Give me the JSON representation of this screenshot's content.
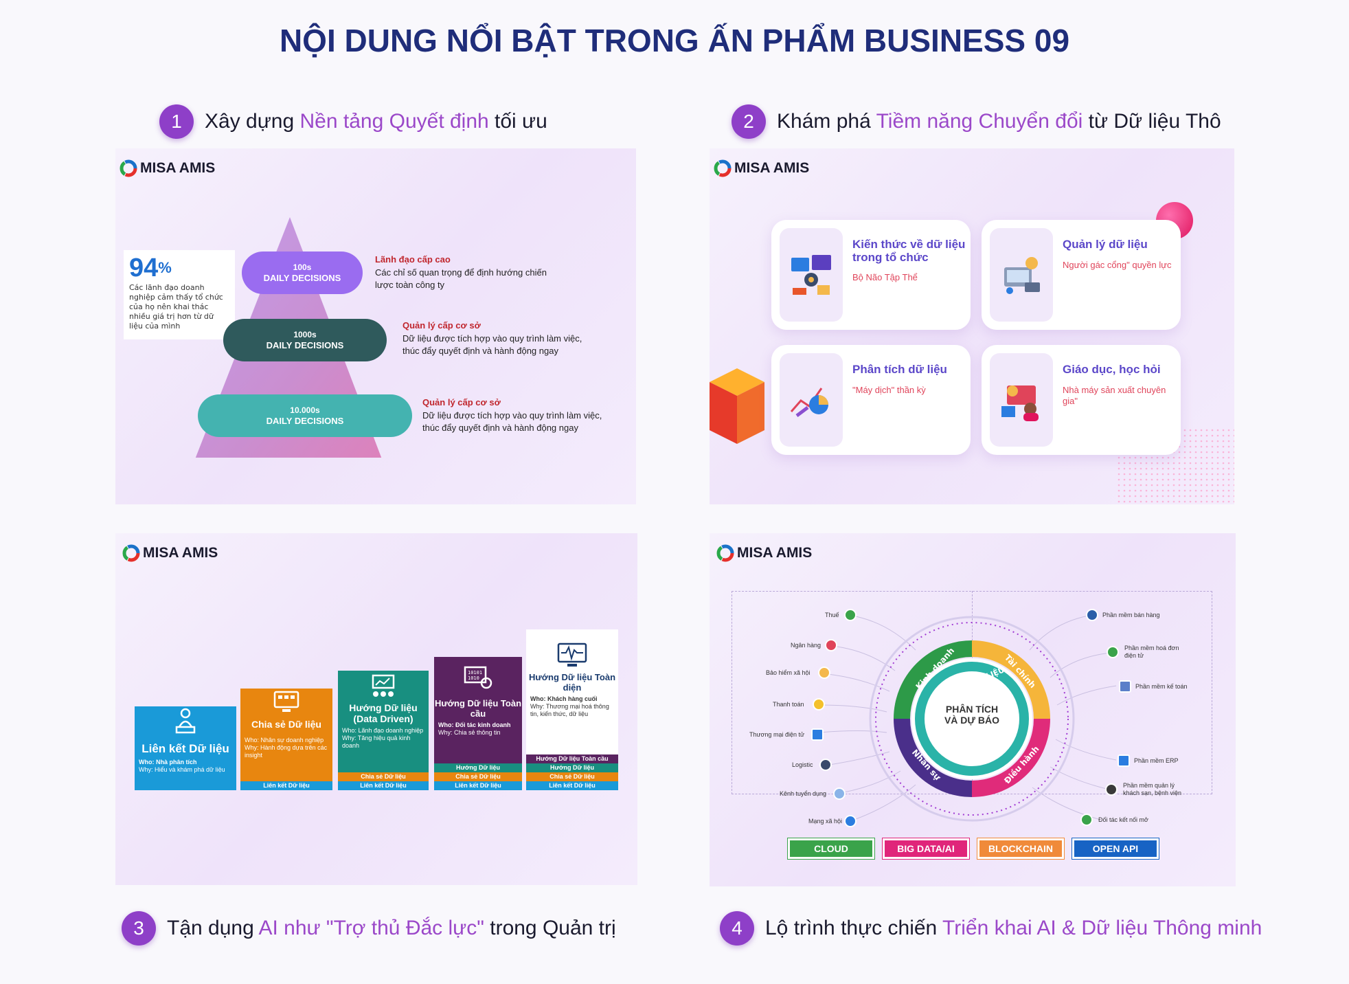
{
  "page": {
    "title": "NỘI DUNG NỔI BẬT TRONG ẤN PHẨM BUSINESS 09"
  },
  "sections": [
    {
      "number": "1",
      "pre": "Xây dựng ",
      "highlight": "Nền tảng Quyết định",
      "post": " tối ưu"
    },
    {
      "number": "2",
      "pre": "Khám phá ",
      "highlight": "Tiềm năng Chuyển đổi",
      "post": " từ Dữ liệu Thô"
    },
    {
      "number": "3",
      "pre": "Tận dụng ",
      "highlight": "AI như \"Trợ thủ Đắc lực\"",
      "post": " trong Quản trị"
    },
    {
      "number": "4",
      "pre": "Lộ trình thực chiến ",
      "highlight": "Triển khai AI & Dữ liệu Thông minh",
      "post": ""
    }
  ],
  "brand": {
    "name": "MISA AMIS"
  },
  "slide1": {
    "stat": {
      "value": "94",
      "unit": "%",
      "text": "Các lãnh đạo doanh nghiệp cảm thấy tổ chức của họ nên khai thác nhiều giá trị hơn từ dữ liệu của mình"
    },
    "tiers": [
      {
        "count": "100s",
        "label": "DAILY DECISIONS",
        "title": "Lãnh đạo cấp cao",
        "desc_1": "Các chỉ số quan trọng để định hướng chiến",
        "desc_2": "lược toàn công ty",
        "color": "#9a6cf0"
      },
      {
        "count": "1000s",
        "label": "DAILY DECISIONS",
        "title": "Quản lý cấp cơ sở",
        "desc_1": "Dữ liệu được tích hợp vào quy trình làm việc,",
        "desc_2": "thúc đẩy quyết định và hành động ngay",
        "color": "#2f5a5c"
      },
      {
        "count": "10.000s",
        "label": "DAILY DECISIONS",
        "title": "Quản lý cấp cơ sở",
        "desc_1": "Dữ liệu được tích hợp vào quy trình làm việc,",
        "desc_2": "thúc đẩy quyết định và hành động ngay",
        "color": "#44b3b0"
      }
    ]
  },
  "slide2": {
    "cards": [
      {
        "title": "Kiến thức về dữ liệu trong tổ chức",
        "subtitle": "Bộ Não Tập Thể"
      },
      {
        "title": "Quản lý dữ liệu",
        "subtitle": "Người gác cổng\" quyền lực"
      },
      {
        "title": "Phân tích dữ liệu",
        "subtitle": "\"Máy dịch\" thần kỳ"
      },
      {
        "title": "Giáo dục, học hỏi",
        "subtitle": "Nhà máy sản xuất chuyên gia\""
      }
    ]
  },
  "slide3": {
    "steps": [
      {
        "title": "Liên kết Dữ liệu",
        "who": "Who: Nhà phân tích",
        "why": "Why: Hiểu và khám phá dữ liệu",
        "color": "#1a9ad8",
        "bars": []
      },
      {
        "title": "Chia sẻ Dữ liệu",
        "who": "Who: Nhân sự doanh nghiệp",
        "why": "Why: Hành động dựa trên các insight",
        "color": "#e8860f",
        "bars": [
          "Liên kết Dữ liệu"
        ]
      },
      {
        "title": "Hướng Dữ liệu (Data Driven)",
        "who": "Who: Lãnh đạo doanh nghiệp",
        "why": "Why: Tăng hiệu quả kinh doanh",
        "color": "#188f80",
        "bars": [
          "Chia sẻ Dữ liệu",
          "Liên kết Dữ liệu"
        ]
      },
      {
        "title": "Hướng Dữ liệu Toàn cầu",
        "who": "Who: Đối tác kinh doanh",
        "why": "Why: Chia sẻ thông tin",
        "color": "#5a2360",
        "bars": [
          "Hướng Dữ liệu",
          "Chia sẻ Dữ liệu",
          "Liên kết Dữ liệu"
        ]
      },
      {
        "title": "Hướng Dữ liệu Toàn diện",
        "who": "Who: Khách hàng cuối",
        "why": "Why: Thương mại hoá thông tin, kiến thức, dữ liệu",
        "color": "#ffffff",
        "bars": [
          "Hướng Dữ liệu Toàn cầu",
          "Hướng Dữ liệu",
          "Chia sẻ Dữ liệu",
          "Liên kết Dữ liệu"
        ]
      }
    ]
  },
  "slide4": {
    "center_1": "PHÂN TÍCH",
    "center_2": "VÀ DỰ BÁO",
    "ring_text": "HỘI TỤ DỮ LIỆU",
    "segments": [
      "Kinh doanh",
      "Tài chính",
      "Điều hành",
      "Nhân sự"
    ],
    "left_items": [
      "Thuế",
      "Ngân hàng",
      "Bảo hiểm xã hội",
      "Thanh toán",
      "Thương mại điện tử",
      "Logistic",
      "Kênh tuyển dụng",
      "Mạng xã hội"
    ],
    "right_items": [
      "Phần mềm bán hàng",
      "Phần mềm hoá đơn điện tử",
      "Phần mềm kế toán",
      "Phần mềm ERP",
      "Phần mềm quản lý khách sạn, bệnh viện",
      "Đối tác kết nối mở"
    ],
    "tags": [
      {
        "label": "CLOUD",
        "color": "#3aa34a"
      },
      {
        "label": "BIG DATA/AI",
        "color": "#e0257a"
      },
      {
        "label": "BLOCKCHAIN",
        "color": "#f08a3a"
      },
      {
        "label": "OPEN API",
        "color": "#1763c4"
      }
    ]
  }
}
